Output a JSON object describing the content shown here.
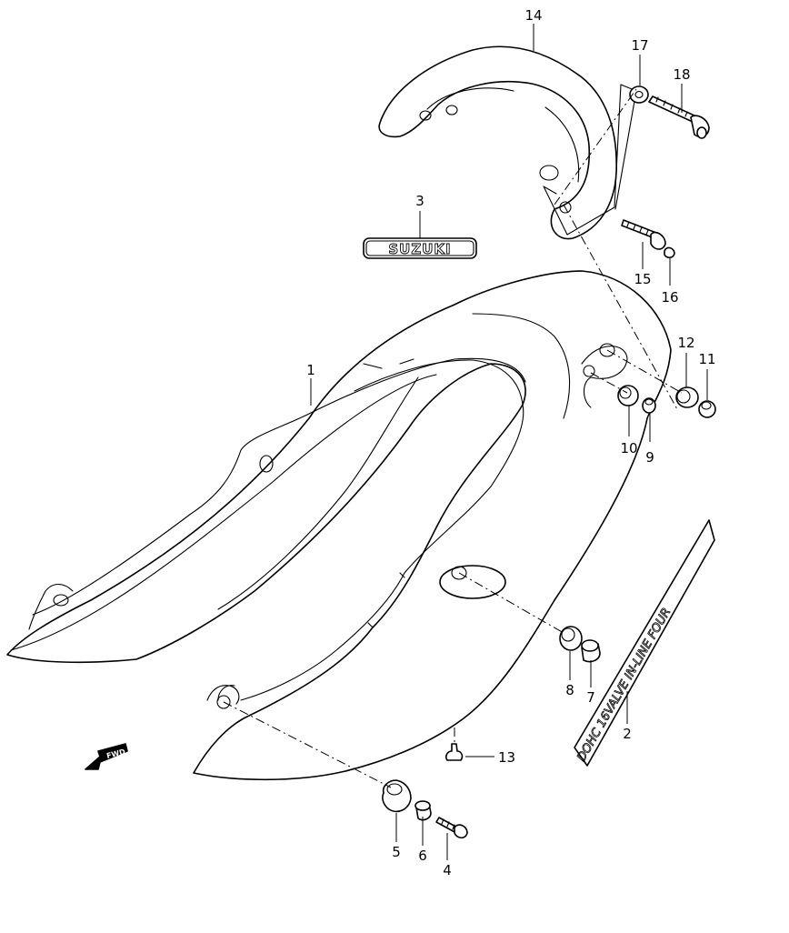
{
  "callouts": [
    {
      "id": "1",
      "label": "1"
    },
    {
      "id": "2",
      "label": "2"
    },
    {
      "id": "3",
      "label": "3"
    },
    {
      "id": "4",
      "label": "4"
    },
    {
      "id": "5",
      "label": "5"
    },
    {
      "id": "6",
      "label": "6"
    },
    {
      "id": "7",
      "label": "7"
    },
    {
      "id": "8",
      "label": "8"
    },
    {
      "id": "9",
      "label": "9"
    },
    {
      "id": "10",
      "label": "10"
    },
    {
      "id": "11",
      "label": "11"
    },
    {
      "id": "12",
      "label": "12"
    },
    {
      "id": "13",
      "label": "13"
    },
    {
      "id": "14",
      "label": "14"
    },
    {
      "id": "15",
      "label": "15"
    },
    {
      "id": "16",
      "label": "16"
    },
    {
      "id": "17",
      "label": "17"
    },
    {
      "id": "18",
      "label": "18"
    }
  ],
  "emblem": {
    "text": "SUZUKI"
  },
  "decal": {
    "text": "DOHC 16VALVE IN-LINE FOUR"
  },
  "fwd_arrow": {
    "text": "FWD"
  }
}
